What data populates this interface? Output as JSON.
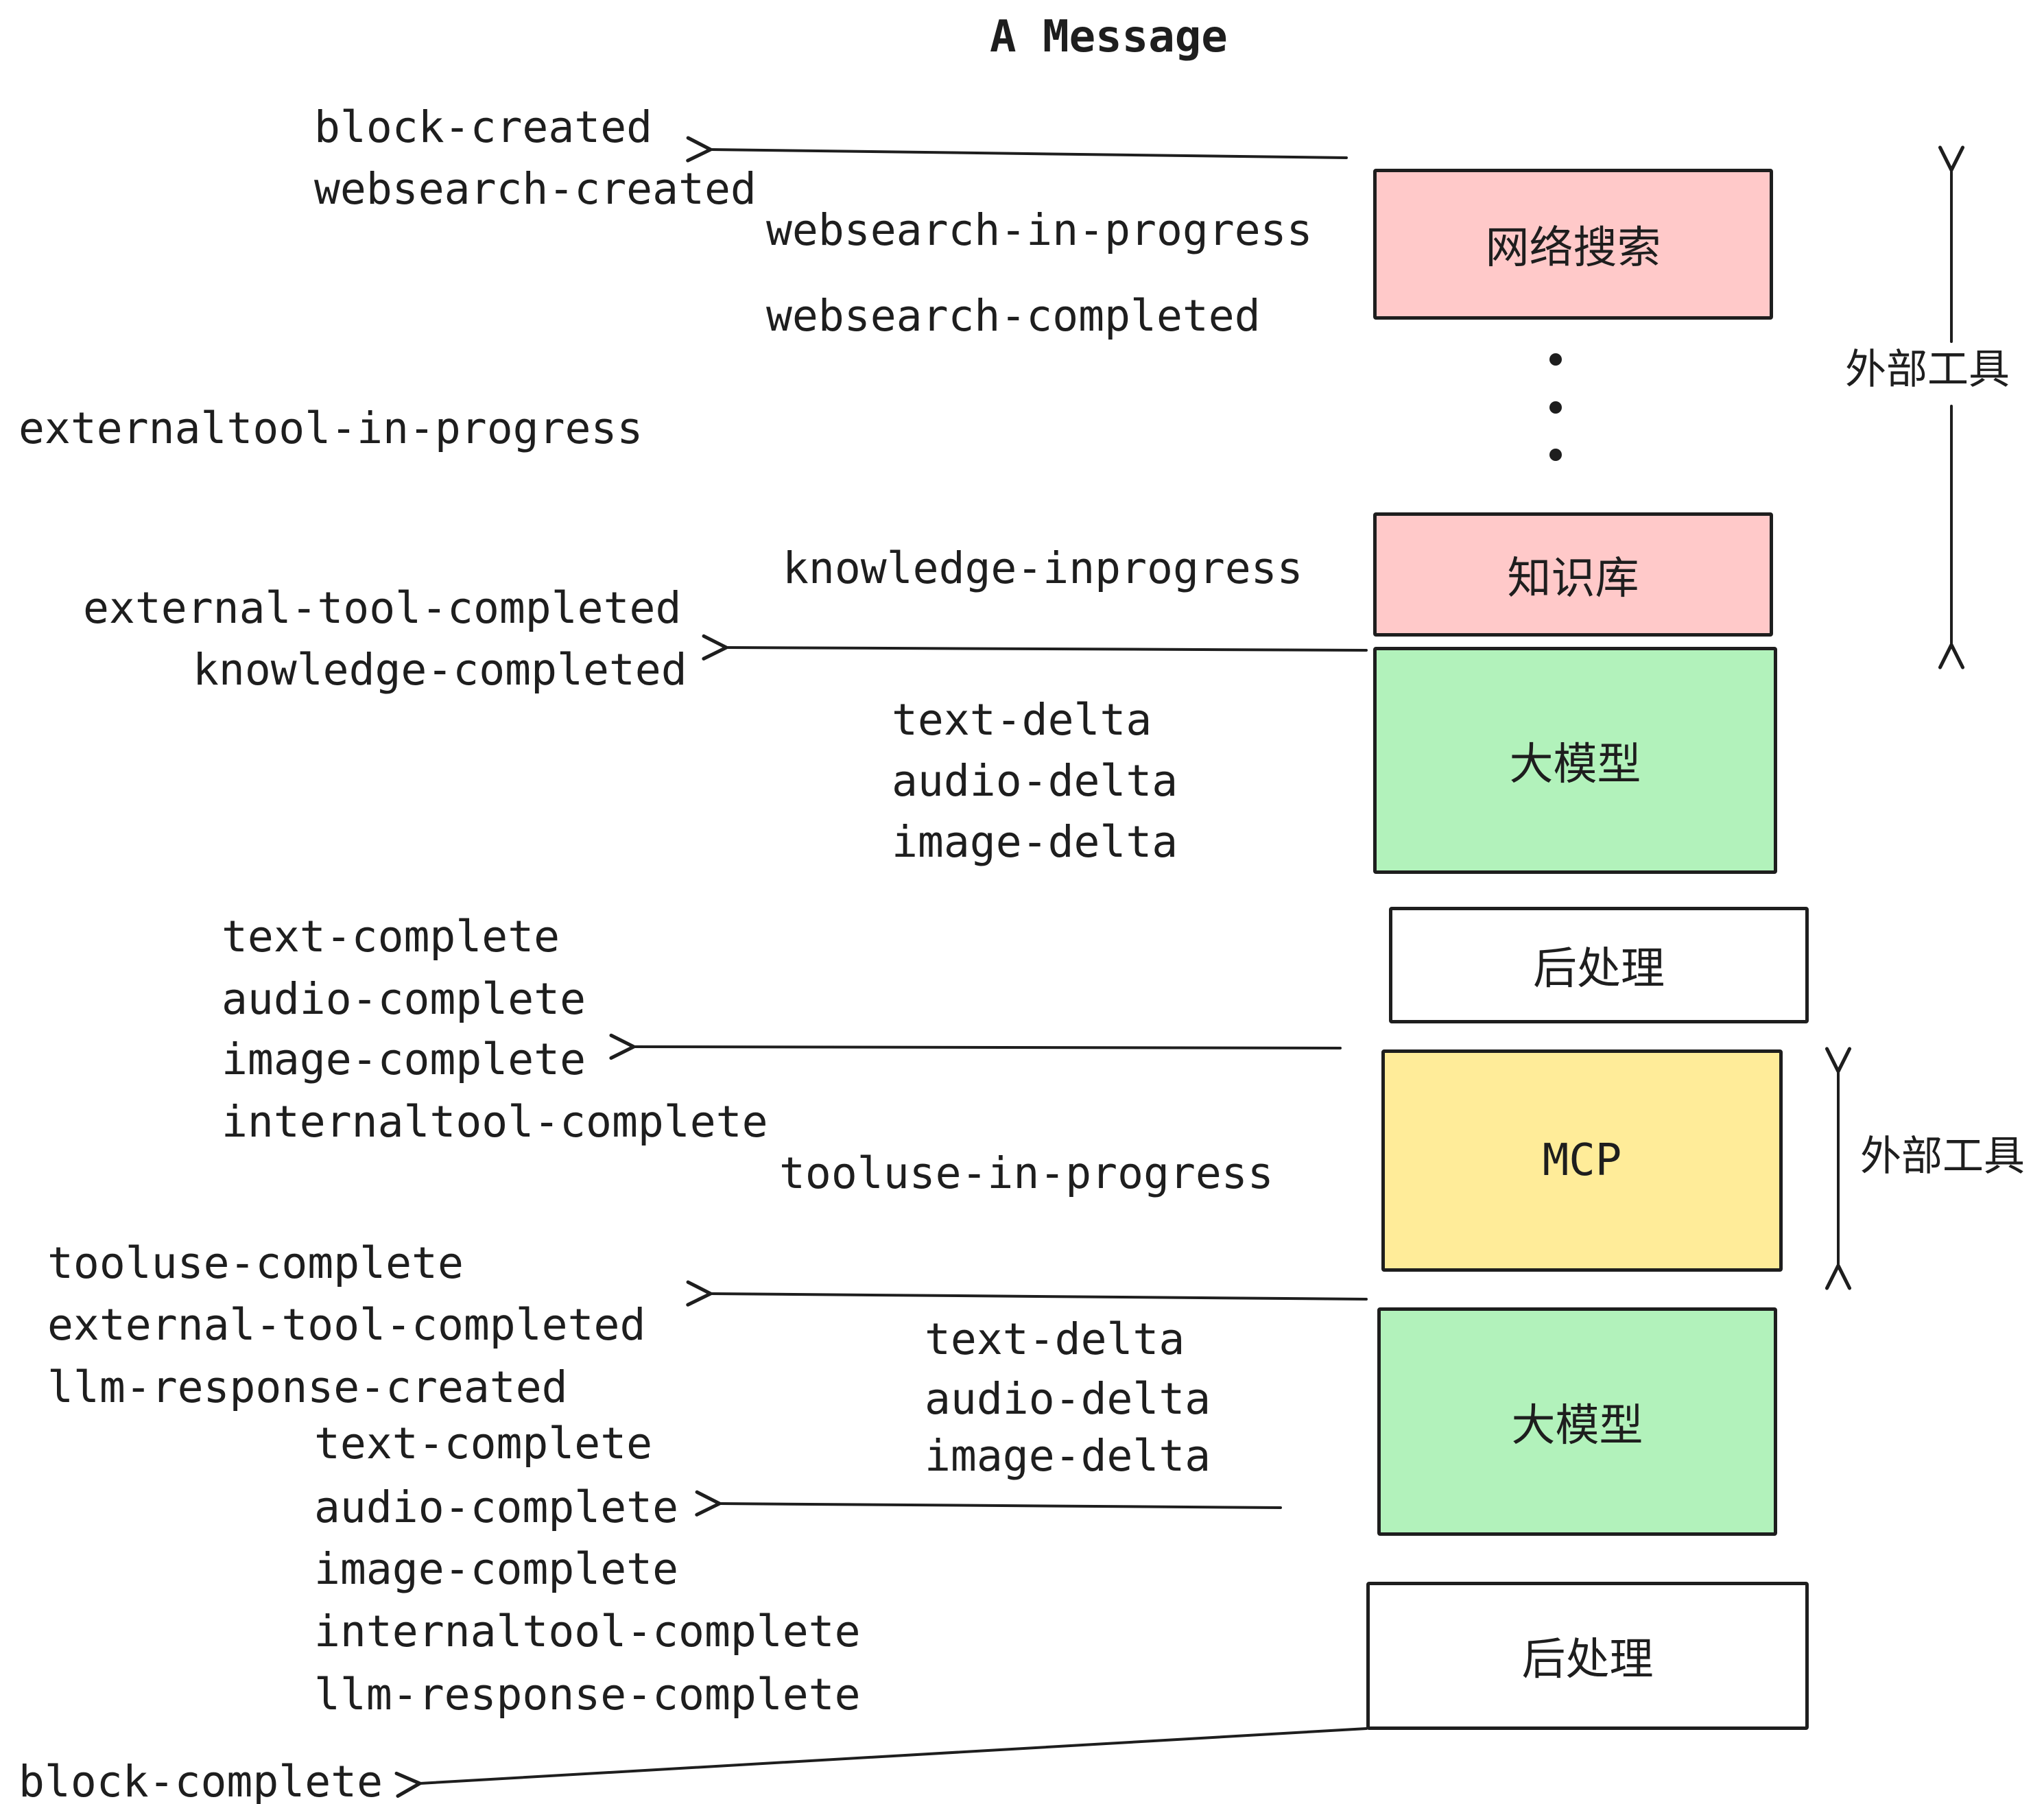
{
  "title": "A Message",
  "labels": {
    "block_created": "block-created",
    "websearch_created": "websearch-created",
    "websearch_in_progress": "websearch-in-progress",
    "websearch_completed": "websearch-completed",
    "externaltool_in_progress": "externaltool-in-progress",
    "knowledge_inprogress": "knowledge-inprogress",
    "external_tool_completed_1": "external-tool-completed",
    "knowledge_completed": "knowledge-completed",
    "text_delta_1": "text-delta",
    "audio_delta_1": "audio-delta",
    "image_delta_1": "image-delta",
    "text_complete_1": "text-complete",
    "audio_complete_1": "audio-complete",
    "image_complete_1": "image-complete",
    "internaltool_complete_1": "internaltool-complete",
    "tooluse_in_progress": "tooluse-in-progress",
    "tooluse_complete": "tooluse-complete",
    "external_tool_completed_2": "external-tool-completed",
    "llm_response_created": "llm-response-created",
    "text_delta_2": "text-delta",
    "audio_delta_2": "audio-delta",
    "image_delta_2": "image-delta",
    "text_complete_2": "text-complete",
    "audio_complete_2": "audio-complete",
    "image_complete_2": "image-complete",
    "internaltool_complete_2": "internaltool-complete",
    "llm_response_complete": "llm-response-complete",
    "block_complete": "block-complete"
  },
  "boxes": {
    "websearch": "网络搜索",
    "knowledge": "知识库",
    "llm_1": "大模型",
    "postprocess_1": "后处理",
    "mcp": "MCP",
    "llm_2": "大模型",
    "postprocess_2": "后处理"
  },
  "annotations": {
    "external_tools_top": "外部工具",
    "external_tools_bottom": "外部工具"
  },
  "colors": {
    "ink": "#1e1e1e",
    "pink": "#ffc9c9",
    "green": "#b2f2bb",
    "yellow": "#ffec99"
  }
}
